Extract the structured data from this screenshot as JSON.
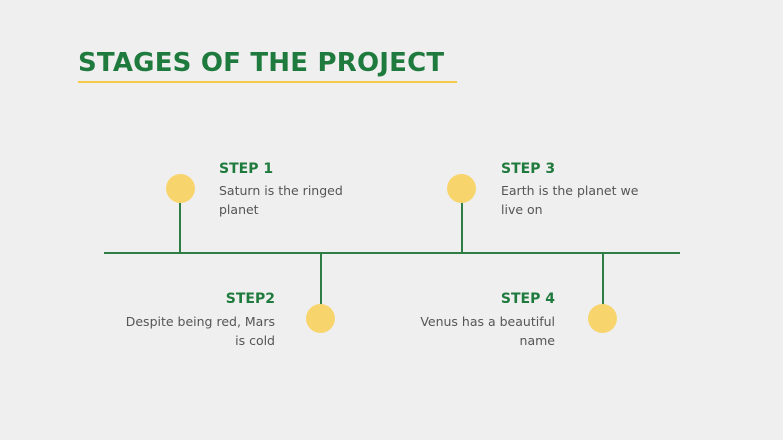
{
  "title": "STAGES OF THE PROJECT",
  "colors": {
    "accent_green": "#1f7a3e",
    "dot_yellow": "#f8d56c",
    "underline_yellow": "#f5c94a",
    "background": "#efefef",
    "body_text": "#555555"
  },
  "steps": [
    {
      "title": "STEP 1",
      "text": "Saturn is the ringed planet"
    },
    {
      "title": "STEP2",
      "text": "Despite being red, Mars is cold"
    },
    {
      "title": "STEP 3",
      "text": "Earth is the planet we live on"
    },
    {
      "title": "STEP 4",
      "text": "Venus has a beautiful name"
    }
  ]
}
